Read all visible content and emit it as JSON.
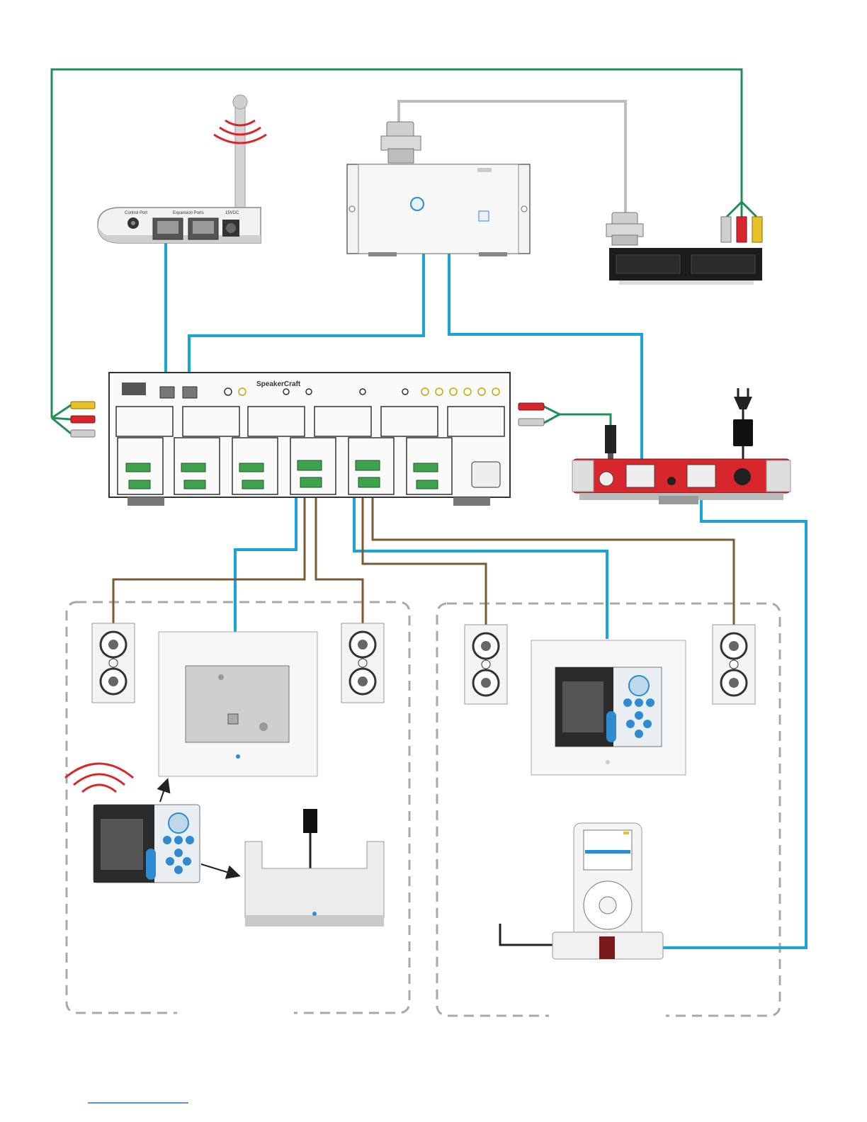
{
  "labels": {
    "ir_receiver_control_port": "Control Port",
    "ir_receiver_expansion_ports": "Expansion Ports",
    "ir_receiver_power": "15VDC",
    "amplifier_brand": "SpeakerCraft"
  },
  "colors": {
    "control_cable": "#1aa3dd",
    "video_cable": "#1f8f57",
    "serial_cable": "#bdbdbd",
    "speaker_wire": "#7a5a34",
    "zone_border": "#a8a8a8",
    "dock_accent": "#d7262c",
    "keypad_blue": "#2e8bd1"
  },
  "icons": [
    "antenna-icon",
    "wifi-signal-icon",
    "power-plug-icon",
    "rj45-port-icon",
    "db9-connector-icon",
    "rca-plug-icon",
    "speaker-icon",
    "keypad-icon",
    "touchscreen-remote-icon",
    "ipod-icon",
    "charging-cradle-icon",
    "ir-emitter-icon",
    "arrow-icon"
  ]
}
